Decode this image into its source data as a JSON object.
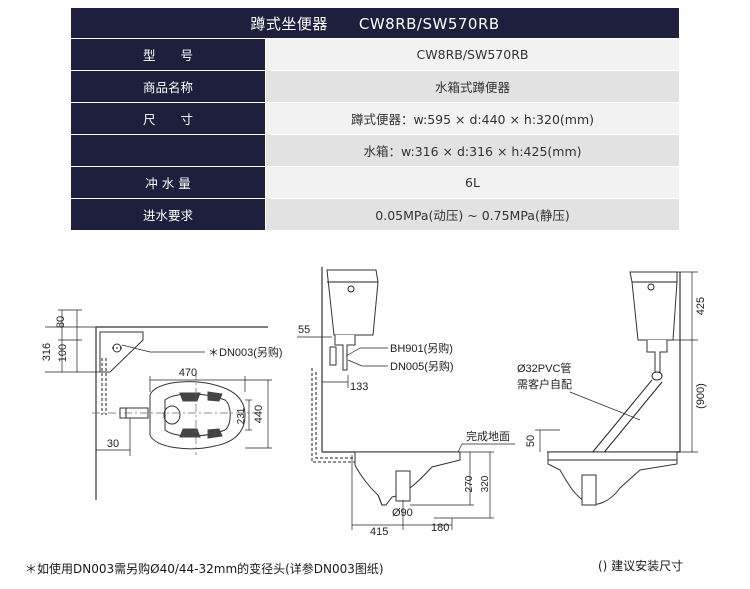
{
  "table": {
    "title": "蹲式坐便器　　CW8RB/SW570RB",
    "rows": [
      {
        "label": "型　　号",
        "value": "CW8RB/SW570RB"
      },
      {
        "label": "商品名称",
        "value": "水箱式蹲便器"
      },
      {
        "label": "尺　　寸",
        "value": "蹲式便器：w:595 × d:440 × h:320(mm)"
      },
      {
        "label": "",
        "value": "水箱：w:316 × d:316 × h:425(mm)"
      },
      {
        "label": "冲 水 量",
        "value": "6L"
      },
      {
        "label": "进水要求",
        "value": "0.05MPa(动压) ~ 0.75MPa(静压)"
      }
    ]
  },
  "plan_view": {
    "dim_top_left_a": "80",
    "dim_left_total": "316",
    "dim_left_mid": "100",
    "dim_width": "470",
    "dim_depth": "440",
    "dim_inner": "231",
    "dim_offset": "30",
    "callout_dn003": "＊DN003(另购)"
  },
  "side_view": {
    "dim_55": "55",
    "dim_133": "133",
    "callout_bh901": "BH901(另购)",
    "callout_dn005": "DN005(另购)",
    "floor_label": "完成地面",
    "dim_270": "270",
    "dim_320": "320",
    "dim_90": "Ø90",
    "dim_415": "415",
    "dim_180": "180"
  },
  "front_view": {
    "dim_425": "425",
    "dim_900": "(900)",
    "dim_50": "50",
    "callout_pvc_line1": "Ø32PVC管",
    "callout_pvc_line2": "需客户自配"
  },
  "notes": {
    "left": "＊如使用DN003需另购Ø40/44-32mm的变径头(详参DN003图纸)",
    "right": "() 建议安装尺寸"
  }
}
